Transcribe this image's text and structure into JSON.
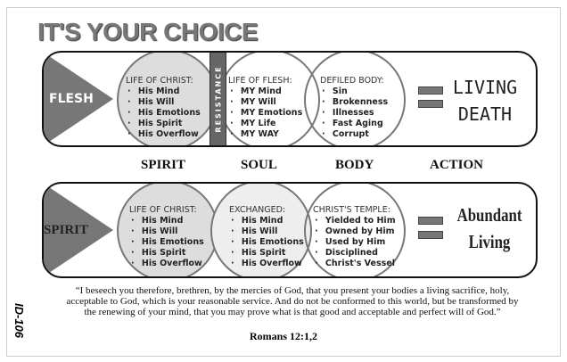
{
  "title": "IT'S YOUR CHOICE",
  "flesh": {
    "label": "FLESH",
    "resistance": "RESISTANCE",
    "c1": {
      "heading": "LIFE OF CHRIST:",
      "items": [
        "His Mind",
        "His Will",
        "His Emotions",
        "His Spirit",
        "His Overflow"
      ]
    },
    "c2": {
      "heading": "LIFE OF FLESH:",
      "items": [
        "MY Mind",
        "MY Will",
        "MY Emotions",
        "MY Life",
        "MY WAY"
      ]
    },
    "c3": {
      "heading": "DEFILED BODY:",
      "items": [
        "Sin",
        "Brokenness",
        "Illnesses",
        "Fast Aging",
        "Corrupt"
      ]
    },
    "result": [
      "LIVING",
      "DEATH"
    ]
  },
  "columns": [
    "SPIRIT",
    "SOUL",
    "BODY",
    "ACTION"
  ],
  "spirit": {
    "label": "SPIRIT",
    "c1": {
      "heading": "LIFE OF CHRIST:",
      "items": [
        "His Mind",
        "His Will",
        "His Emotions",
        "His Spirit",
        "His Overflow"
      ]
    },
    "c2": {
      "heading": "EXCHANGED:",
      "items": [
        "His Mind",
        "His Will",
        "His Emotions",
        "His Spirit",
        "His Overflow"
      ]
    },
    "c3": {
      "heading": "CHRIST'S TEMPLE:",
      "items": [
        "Yielded to Him",
        "Owned by Him",
        "Used by Him",
        "Disciplined",
        "Christ's Vessel"
      ]
    },
    "result": [
      "Abundant",
      "Living"
    ]
  },
  "quote": "“I beseech you therefore, brethren, by the mercies of God, that you present your bodies a living sacrifice, holy, acceptable to God, which is your reasonable service.  And do not be conformed to this world, but be transformed by the renewing of your mind, that you may prove what is that good and acceptable and perfect will of God.”",
  "reference": "Romans 12:1,2",
  "id": "ID-106"
}
